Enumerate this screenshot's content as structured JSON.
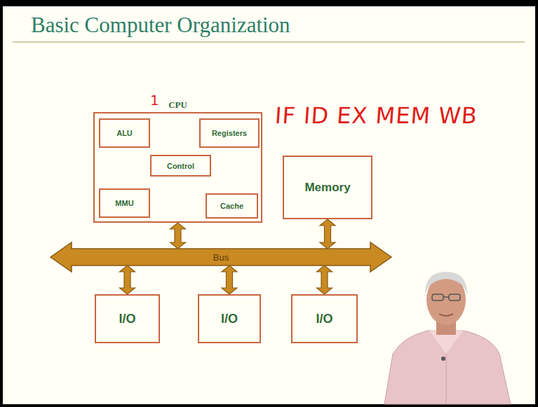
{
  "diagram": {
    "title": "Basic Computer Organization",
    "nodes": [
      {
        "text": [
          "CPU"
        ]
      },
      {
        "text": [
          "ALU"
        ],
        "in": 0
      },
      {
        "text": [
          "Registers"
        ],
        "in": 0
      },
      {
        "text": [
          "Control"
        ],
        "in": 0
      },
      {
        "text": [
          "MMU"
        ],
        "in": 0
      },
      {
        "text": [
          "Cache"
        ],
        "in": 0
      },
      {
        "text": [
          "Memory"
        ]
      },
      {
        "text": [
          "Bus"
        ]
      },
      {
        "text": [
          "I/O"
        ]
      },
      {
        "text": [
          "I/O"
        ]
      },
      {
        "text": [
          "I/O"
        ]
      }
    ],
    "edges": [
      {
        "from": 0,
        "to": 7,
        "arrow": "both"
      },
      {
        "from": 6,
        "to": 7,
        "arrow": "both"
      },
      {
        "from": 7,
        "to": 8,
        "arrow": "both"
      },
      {
        "from": 7,
        "to": 9,
        "arrow": "both"
      },
      {
        "from": 7,
        "to": 10,
        "arrow": "both"
      }
    ],
    "labels": [
      "1",
      "IF ID EX MEM WB"
    ]
  }
}
